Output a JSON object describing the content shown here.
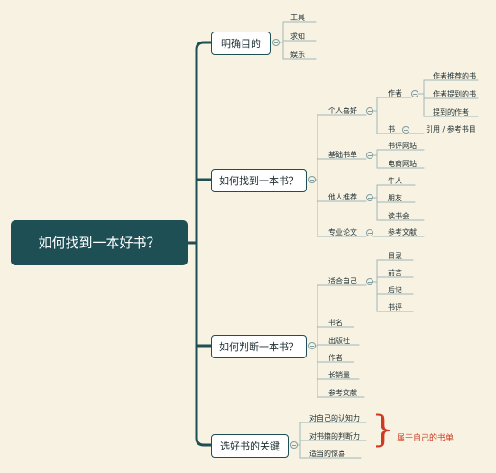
{
  "root": {
    "label": "如何找到一本好书？"
  },
  "branches": [
    {
      "label": "明确目的",
      "children": [
        {
          "label": "工具"
        },
        {
          "label": "求知"
        },
        {
          "label": "娱乐"
        }
      ]
    },
    {
      "label": "如何找到一本书？",
      "children": [
        {
          "label": "个人喜好",
          "children": [
            {
              "label": "作者",
              "children": [
                {
                  "label": "作者推荐的书"
                },
                {
                  "label": "作者提到的书"
                },
                {
                  "label": "提到的作者"
                }
              ]
            },
            {
              "label": "书",
              "children": [
                {
                  "label": "引用 / 参考书目"
                }
              ]
            }
          ]
        },
        {
          "label": "基础书单",
          "children": [
            {
              "label": "书评网站"
            },
            {
              "label": "电商网站"
            }
          ]
        },
        {
          "label": "他人推荐",
          "children": [
            {
              "label": "牛人"
            },
            {
              "label": "朋友"
            },
            {
              "label": "读书会"
            }
          ]
        },
        {
          "label": "专业论文",
          "children": [
            {
              "label": "参考文献"
            }
          ]
        }
      ]
    },
    {
      "label": "如何判断一本书？",
      "children": [
        {
          "label": "适合自己",
          "children": [
            {
              "label": "目录"
            },
            {
              "label": "前言"
            },
            {
              "label": "后记"
            },
            {
              "label": "书评"
            }
          ]
        },
        {
          "label": "书名"
        },
        {
          "label": "出版社"
        },
        {
          "label": "作者"
        },
        {
          "label": "长销量"
        },
        {
          "label": "参考文献"
        }
      ]
    },
    {
      "label": "选好书的关键",
      "children": [
        {
          "label": "对自己的认知力"
        },
        {
          "label": "对书籍的判断力"
        },
        {
          "label": "适当的惊喜"
        }
      ]
    }
  ],
  "annotation": {
    "text": "属于自己的书单",
    "color": "#d03a22"
  },
  "colors": {
    "root_bg": "#1e4f55",
    "line": "#1e4f55",
    "leaf_line": "#9fb8bc",
    "background": "#f7f2e1"
  }
}
